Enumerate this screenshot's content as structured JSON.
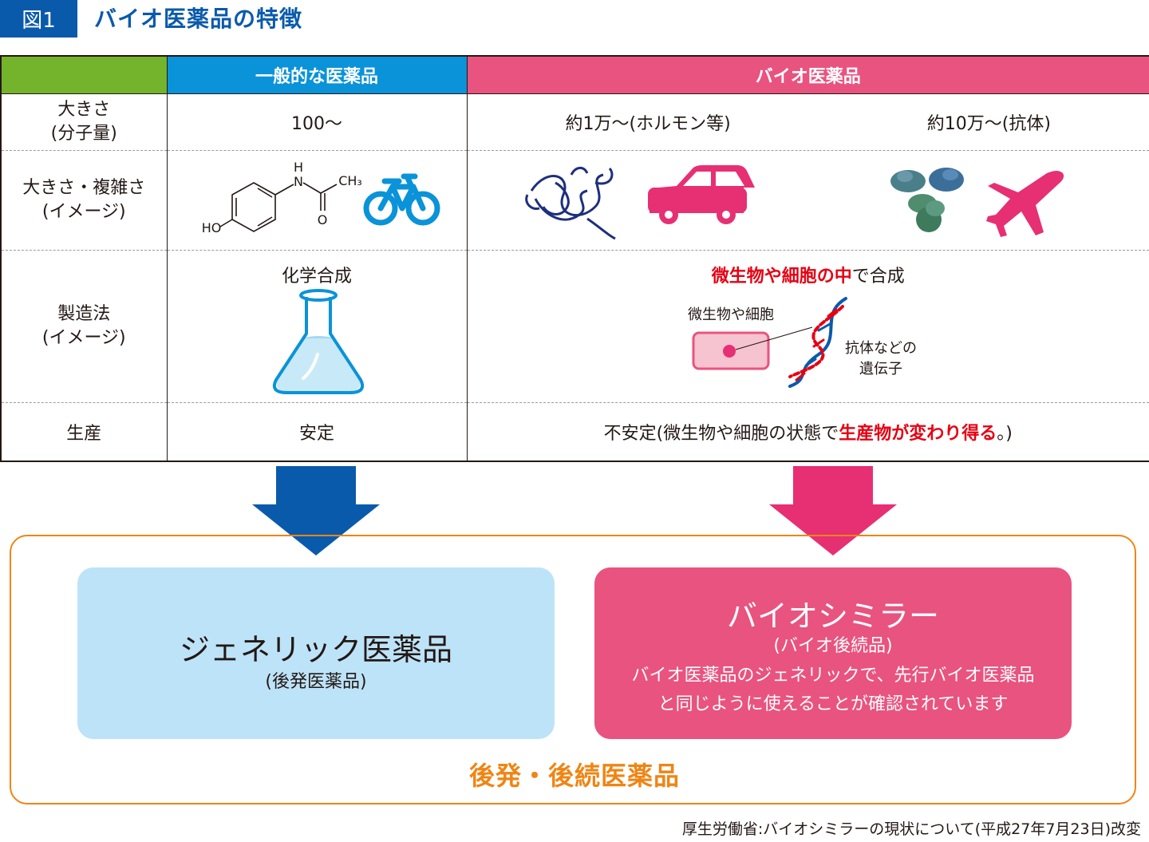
{
  "figure": {
    "badge": "図1",
    "title": "バイオ医薬品の特徴"
  },
  "table": {
    "headers": [
      "",
      "一般的な医薬品",
      "バイオ医薬品"
    ],
    "rows": {
      "size": {
        "label_line1": "大きさ",
        "label_line2": "(分子量)",
        "general": "100〜",
        "bio_hormone": "約1万〜(ホルモン等)",
        "bio_antibody": "約10万〜(抗体)"
      },
      "image": {
        "label_line1": "大きさ・複雑さ",
        "label_line2": "(イメージ)",
        "molecule_n": "N",
        "molecule_h": "H",
        "molecule_ch3": "CH₃",
        "molecule_o": "O",
        "molecule_ho": "HO"
      },
      "manufacturing": {
        "label_line1": "製造法",
        "label_line2": "(イメージ)",
        "general": "化学合成",
        "bio_highlight": "微生物や細胞の中",
        "bio_suffix": "で合成",
        "cell_label": "微生物や細胞",
        "gene_label_line1": "抗体などの",
        "gene_label_line2": "遺伝子"
      },
      "production": {
        "label": "生産",
        "general": "安定",
        "bio_prefix": "不安定(微生物や細胞の状態で",
        "bio_highlight": "生産物が変わり得る",
        "bio_suffix": "。)"
      }
    }
  },
  "outcome": {
    "generic_title": "ジェネリック医薬品",
    "generic_sub": "(後発医薬品)",
    "bio_title": "バイオシミラー",
    "bio_sub": "(バイオ後続品)",
    "bio_desc_line1": "バイオ医薬品のジェネリックで、先行バイオ医薬品",
    "bio_desc_line2": "と同じように使えることが確認されています",
    "group_label": "後発・後続医薬品"
  },
  "source": "厚生労働省:バイオシミラーの現状について(平成27年7月23日)改変",
  "colors": {
    "navy": "#0a5aab",
    "green": "#74b42c",
    "cyan": "#0a93d8",
    "pink": "#e9537f",
    "magenta_arrow": "#e72f74",
    "orange": "#ef8514",
    "light_blue": "#bde3f8",
    "red": "#e60012"
  }
}
